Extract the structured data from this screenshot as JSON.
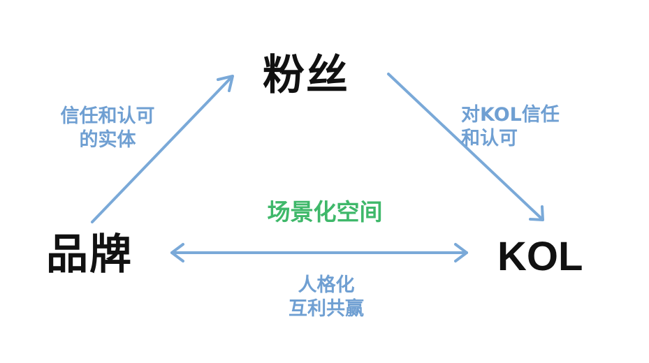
{
  "nodes": {
    "fans": "粉丝",
    "brand": "品牌",
    "kol": "KOL"
  },
  "edges": {
    "brand_to_fans": [
      "信任和认可",
      "的实体"
    ],
    "fans_to_kol": [
      "对KOL信任",
      "和认可"
    ],
    "brand_kol": [
      "人格化",
      "互利共赢"
    ]
  },
  "center_label": "场景化空间",
  "colors": {
    "arrow": "#7aa9d8",
    "edge_text": "#6f9fd2",
    "center_text": "#3fb86a",
    "node_text": "#111111"
  }
}
